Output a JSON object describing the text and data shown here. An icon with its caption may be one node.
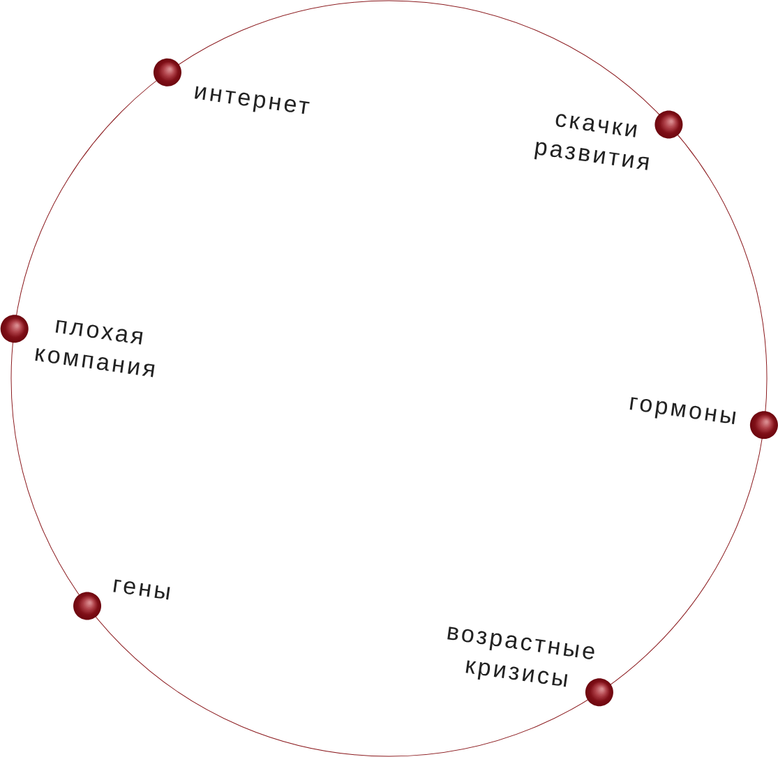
{
  "diagram": {
    "nodes": [
      {
        "text": [],
        "shape": "circle",
        "beside": [
          "интернет"
        ]
      },
      {
        "text": [],
        "shape": "circle",
        "beside": [
          "скачки развития"
        ]
      },
      {
        "text": [],
        "shape": "circle",
        "beside": [
          "плохая компания"
        ]
      },
      {
        "text": [],
        "shape": "circle",
        "beside": [
          "гормоны"
        ]
      },
      {
        "text": [],
        "shape": "circle",
        "beside": [
          "гены"
        ]
      },
      {
        "text": [],
        "shape": "circle",
        "beside": [
          "возрастные кризисы"
        ]
      }
    ]
  }
}
